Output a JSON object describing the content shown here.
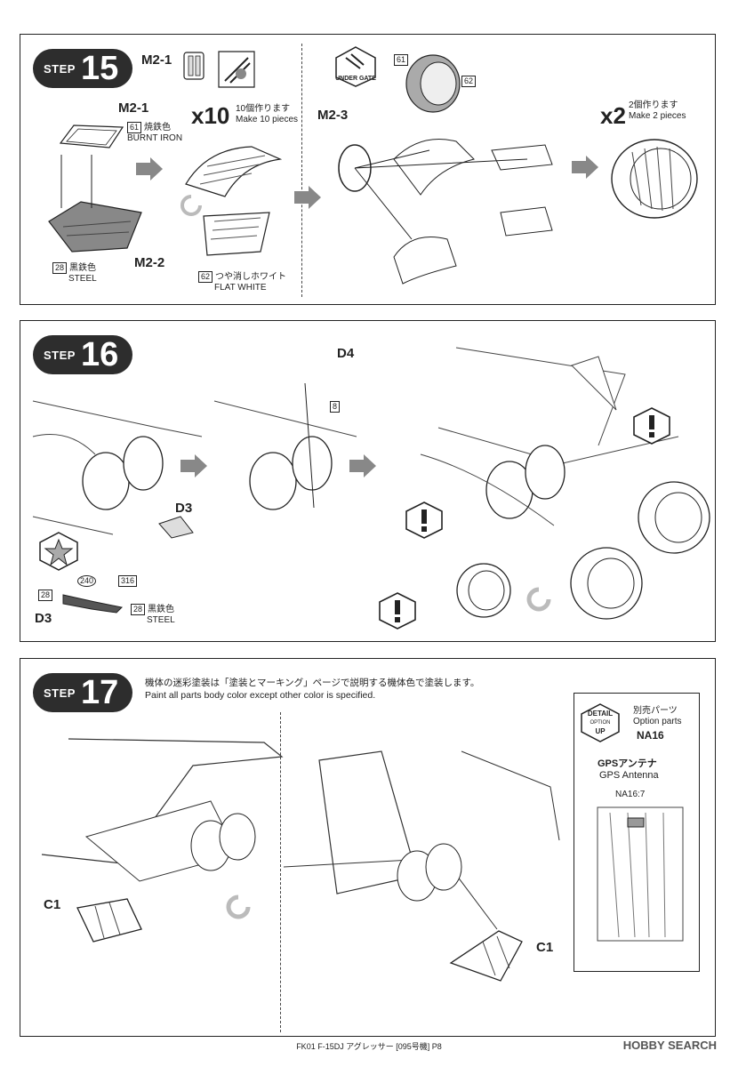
{
  "step15": {
    "step_word": "STEP",
    "step_number": "15",
    "part_m21_top": "M2-1",
    "part_m21": "M2-1",
    "color_61_num": "61",
    "color_61_jp": "焼鉄色",
    "color_61_en": "BURNT IRON",
    "color_28_num": "28",
    "color_28_jp": "黒鉄色",
    "color_28_en": "STEEL",
    "part_m22": "M2-2",
    "mult10": "x10",
    "make10_jp": "10個作ります",
    "make10_en": "Make 10 pieces",
    "color_62_num": "62",
    "color_62_jp": "つや消しホワイト",
    "color_62_en": "FLAT WHITE",
    "under_gate": "UNDER GATE",
    "ring_61": "61",
    "ring_62": "62",
    "part_m23": "M2-3",
    "mult2": "x2",
    "make2_jp": "2個作ります",
    "make2_en": "Make 2 pieces"
  },
  "step16": {
    "step_word": "STEP",
    "step_number": "16",
    "part_d4": "D4",
    "num_8": "8",
    "part_d3": "D3",
    "part_d3_b": "D3",
    "num_28a": "28",
    "num_240": "240",
    "num_316": "316",
    "num_28b": "28",
    "color_jp": "黒鉄色",
    "color_en": "STEEL"
  },
  "step17": {
    "step_word": "STEP",
    "step_number": "17",
    "note_jp": "機体の迷彩塗装は「塗装とマーキング」ページで説明する機体色で塗装します。",
    "note_en": "Paint all parts body color except other color is specified.",
    "part_c1_left": "C1",
    "part_c1_right": "C1",
    "detail_up": "DETAIL",
    "detail_option": "OPTION",
    "detail_up2": "UP",
    "option_jp": "別売パーツ",
    "option_en": "Option parts",
    "option_code": "NA16",
    "gps_jp": "GPSアンテナ",
    "gps_en": "GPS Antenna",
    "na16_part": "NA16:7"
  },
  "footer": {
    "text": "FK01 F-15DJ アグレッサー [095号機] P8",
    "watermark": "HOBBY SEARCH"
  }
}
